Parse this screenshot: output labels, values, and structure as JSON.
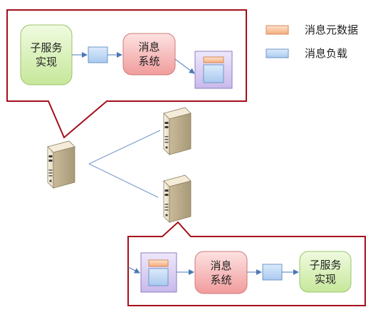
{
  "legend": {
    "metadata_label": "消息元数据",
    "payload_label": "消息负载"
  },
  "top_callout": {
    "subservice_label": "子服务\n实现",
    "messaging_label": "消息\n系统"
  },
  "bottom_callout": {
    "messaging_label": "消息\n系统",
    "subservice_label": "子服务\n实现"
  },
  "colors": {
    "callout_border": "#a50e1a",
    "metadata_fill": "#f9c19a",
    "payload_fill": "#b8d4f4",
    "subservice_fill": "#d8f0b0",
    "messaging_fill": "#f7bcbc",
    "envelope_fill": "#d9cdf0",
    "connector": "#4a78b5"
  },
  "icons": {
    "server": "server-icon"
  }
}
